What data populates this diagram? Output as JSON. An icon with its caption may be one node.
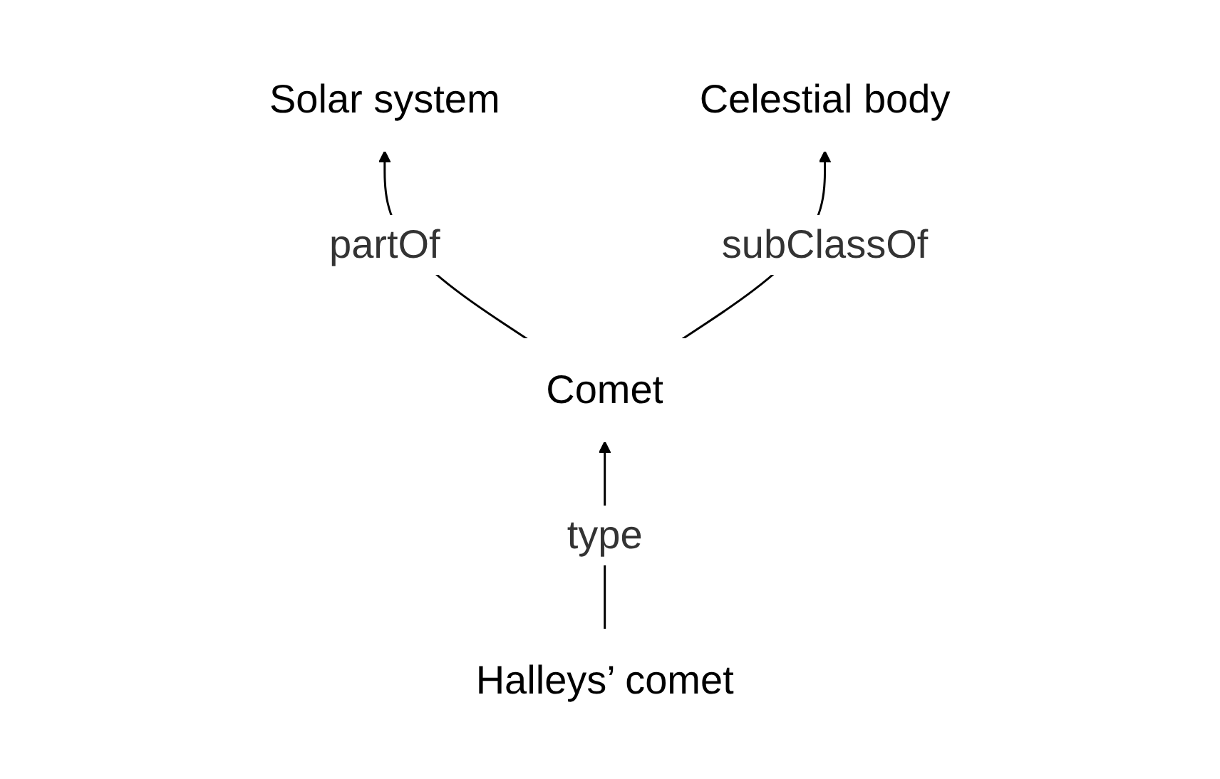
{
  "diagram": {
    "nodes": [
      {
        "text": [
          "Solar system"
        ]
      },
      {
        "text": [
          "Celestial body"
        ]
      },
      {
        "text": [
          "Comet"
        ]
      },
      {
        "text": [
          "Halleys’ comet"
        ]
      }
    ],
    "edges": [
      {
        "from": 2,
        "to": 0,
        "arrow": "to",
        "label": "partOf"
      },
      {
        "from": 2,
        "to": 1,
        "arrow": "to",
        "label": "subClassOf"
      },
      {
        "from": 3,
        "to": 2,
        "arrow": "to",
        "label": "type"
      }
    ]
  }
}
